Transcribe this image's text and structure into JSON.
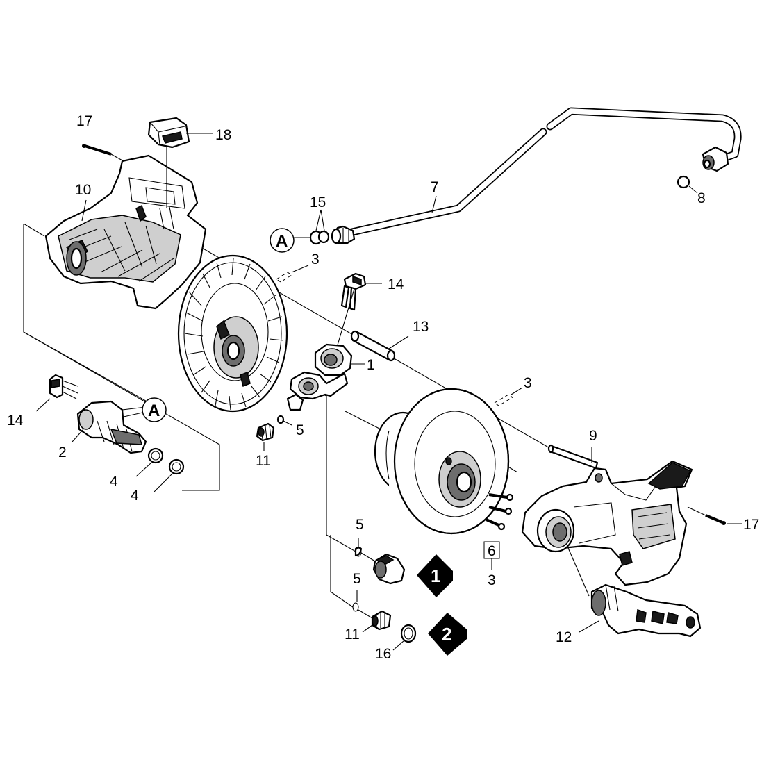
{
  "labels": {
    "l17a": "17",
    "l18": "18",
    "l10": "10",
    "l15": "15",
    "l7": "7",
    "l8": "8",
    "l3a": "3",
    "l14a": "14",
    "l13": "13",
    "l1": "1",
    "l3b": "3",
    "l14b": "14",
    "l2": "2",
    "l4a": "4",
    "l4b": "4",
    "l5a": "5",
    "l11a": "11",
    "l9": "9",
    "l17b": "17",
    "l5b": "5",
    "l6": "6",
    "l3c": "3",
    "l5c": "5",
    "l11b": "11",
    "l16": "16",
    "l12": "12"
  },
  "circle_refs": {
    "a_top": "A",
    "a_left": "A"
  },
  "callouts": {
    "c1": "1",
    "c2": "2"
  }
}
